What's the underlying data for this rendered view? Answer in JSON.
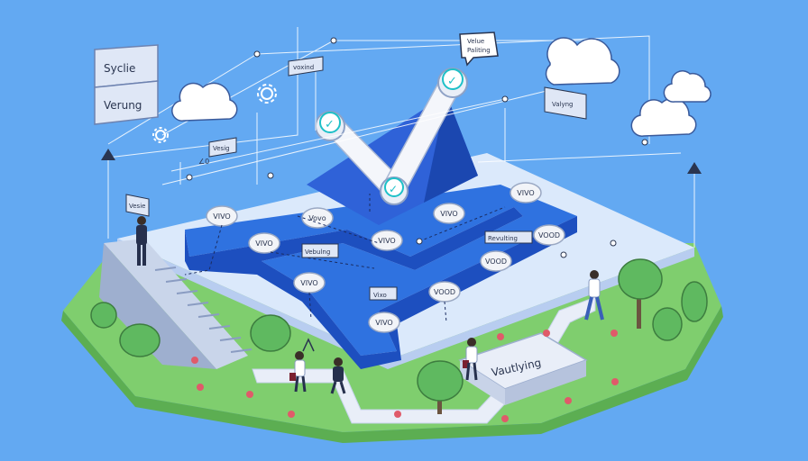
{
  "labels": {
    "sign_top": "Syclie",
    "sign_bottom": "Verung",
    "bubble_top": "Velue Paliting",
    "tag_top_center": "voxind",
    "tag_right": "Valyng",
    "tag_left": "Vesig",
    "tag_person": "Vesie",
    "tag_mid_left": "Vebulng",
    "tag_mid_right": "Revulting",
    "tag_bottom_mid": "Vixo",
    "ground_sign": "Vautlying",
    "dial_0": "VIVO",
    "dial_1": "Vovo",
    "dial_2": "VIVO",
    "dial_3": "VIVO",
    "dial_4": "VIVO",
    "dial_5": "VIVO",
    "dial_6": "VOOD",
    "dial_7": "VIVO",
    "dial_8": "VOOD",
    "dial_9": "VOOD",
    "dial_10": "VIVO",
    "small_mark": "∠0",
    "check": "✓"
  },
  "colors": {
    "sky": "#63a9f2",
    "platform": "#dbe9fb",
    "track": "#2f72e0",
    "track_dark": "#1d4fbf",
    "grass": "#7fce6e",
    "grass_dark": "#5cae52",
    "path": "#e9eef8",
    "cloud": "#ffffff",
    "tree": "#5fb960",
    "dial": "#f2f4f8",
    "check": "#1ec0c8"
  }
}
